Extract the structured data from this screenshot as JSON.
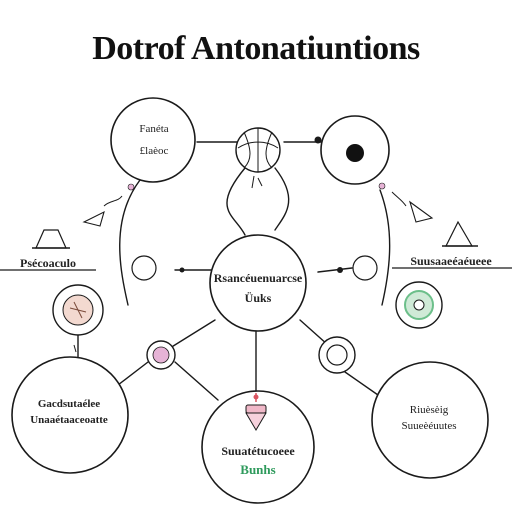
{
  "title": "Dotrof Antonatiuntions",
  "nodes": {
    "top_left": "Fanéta\n£laèoc",
    "center": "Rsancéuenuarcse\nÜuks",
    "bottom_left": "Gacdsutaélee\nUnaaétaaceoatte",
    "bottom_center": "Suuatétucoeee",
    "bottom_center_green": "Bunhs",
    "bottom_right": "Riuèsèig\nSuueèéuutes",
    "left_banner": "Psécoaculo",
    "right_banner": "Suusaaeéaéueee"
  },
  "colors": {
    "stroke": "#1a1a1a",
    "accent_pink": "#e6b3d6",
    "accent_green": "#6cbf8a",
    "accent_red": "#d9535f"
  }
}
